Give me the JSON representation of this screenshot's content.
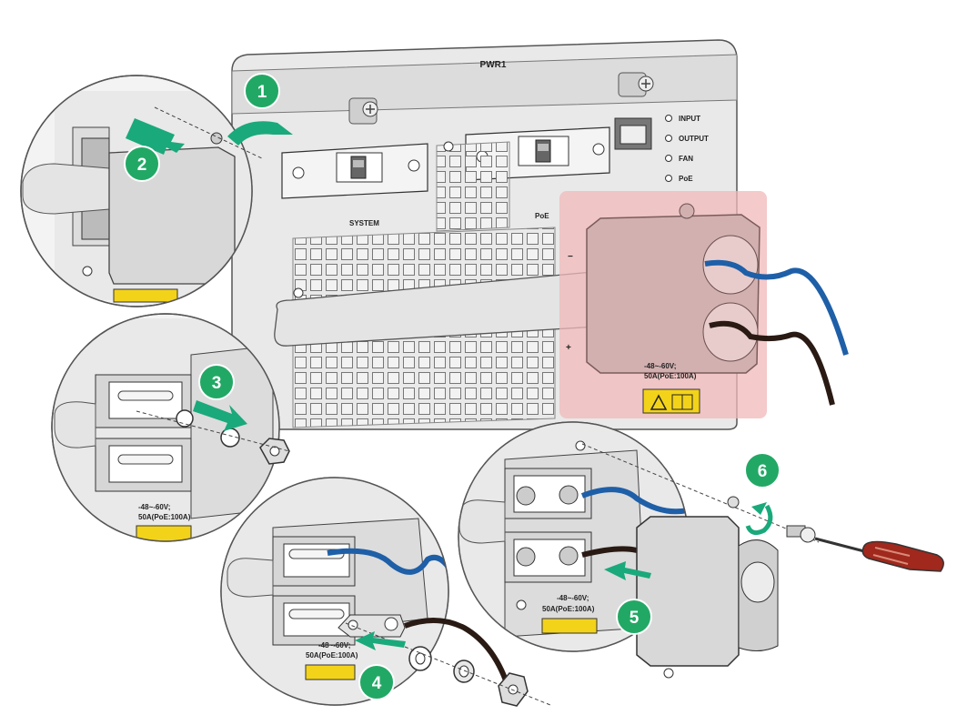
{
  "diagram": {
    "module_label": "PWR1",
    "status_leds": [
      "INPUT",
      "OUTPUT",
      "FAN",
      "PoE"
    ],
    "switch_labels": [
      "SYSTEM",
      "PoE"
    ],
    "polarity": {
      "negative": "−",
      "positive": "+"
    },
    "rating_line1": "-48~-60V;",
    "rating_line2": "50A(PoE:100A)",
    "rating_line1_main": "-48~-60V;",
    "rating_line2_main": "50A(PoE:100A)",
    "steps": [
      "1",
      "2",
      "3",
      "4",
      "5",
      "6"
    ],
    "colors": {
      "arrow": "#1aa97b",
      "step_badge": "#22a865",
      "highlight": "#f0b8b8",
      "cable_negative": "#1e5fa8",
      "cable_positive": "#2a1a14",
      "warning_label": "#f3d31a",
      "screwdriver_handle": "#a0281c"
    },
    "icons": [
      "screw-icon",
      "warning-triangle-icon",
      "screwdriver-icon",
      "rotate-arrow-icon"
    ]
  }
}
